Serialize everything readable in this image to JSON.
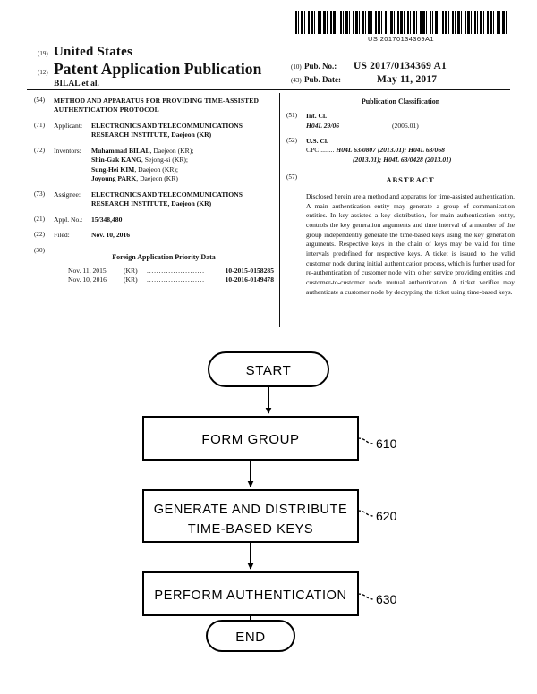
{
  "barcode": {
    "number": "US 20170134369A1"
  },
  "masthead": {
    "country_code": "(19)",
    "country": "United States",
    "pub_type_code": "(12)",
    "pub_type": "Patent Application Publication",
    "authors": "BILAL et al."
  },
  "publication": {
    "pub_no_code": "(10)",
    "pub_no_label": "Pub. No.:",
    "pub_no_value": "US 2017/0134369 A1",
    "pub_date_code": "(43)",
    "pub_date_label": "Pub. Date:",
    "pub_date_value": "May 11, 2017"
  },
  "biblio": {
    "title_code": "(54)",
    "title": "METHOD AND APPARATUS FOR PROVIDING TIME-ASSISTED AUTHENTICATION PROTOCOL",
    "applicant_code": "(71)",
    "applicant_label": "Applicant:",
    "applicant": "ELECTRONICS AND TELECOMMUNICATIONS RESEARCH INSTITUTE, Daejeon (KR)",
    "inventors_code": "(72)",
    "inventors_label": "Inventors:",
    "inventors": [
      {
        "name": "Muhammad BILAL",
        "city": ", Daejeon (KR);"
      },
      {
        "name": "Shin-Gak KANG",
        "city": ", Sejong-si (KR);"
      },
      {
        "name": "Sung-Hei KIM",
        "city": ", Daejeon (KR);"
      },
      {
        "name": "Joyoung PARK",
        "city": ", Daejeon (KR)"
      }
    ],
    "assignee_code": "(73)",
    "assignee_label": "Assignee:",
    "assignee": "ELECTRONICS AND TELECOMMUNICATIONS RESEARCH INSTITUTE, Daejeon (KR)",
    "appl_no_code": "(21)",
    "appl_no_label": "Appl. No.:",
    "appl_no_value": "15/348,480",
    "filed_code": "(22)",
    "filed_label": "Filed:",
    "filed_value": "Nov. 10, 2016",
    "priority_code": "(30)",
    "priority_head": "Foreign Application Priority Data",
    "priority_rows": [
      {
        "date": "Nov. 11, 2015",
        "country": "(KR)",
        "dots": "........................",
        "number": "10-2015-0158285"
      },
      {
        "date": "Nov. 10, 2016",
        "country": "(KR)",
        "dots": "........................",
        "number": "10-2016-0149478"
      }
    ]
  },
  "classification": {
    "heading": "Publication Classification",
    "int_cl_code": "(51)",
    "int_cl_label": "Int. Cl.",
    "int_cl_symbol": "H04L 29/06",
    "int_cl_version": "(2006.01)",
    "us_cl_code": "(52)",
    "us_cl_label": "U.S. Cl.",
    "cpc_lead": "CPC ........",
    "cpc_line1": "H04L 63/0807 (2013.01); H04L 63/068",
    "cpc_line2": "(2013.01); H04L 63/0428 (2013.01)"
  },
  "abstract": {
    "code": "(57)",
    "heading": "ABSTRACT",
    "text": "Disclosed herein are a method and apparatus for time-assisted authentication. A main authentication entity may generate a group of communication entities. In key-assisted a key distribution, for main authentication entity, controls the key generation arguments and time interval of a member of the group independently generate the time-based keys using the key generation arguments. Respective keys in the chain of keys may be valid for time intervals predefined for respective keys. A ticket is issued to the valid customer node during initial authentication process, which is further used for re-authentication of customer node with other service providing entities and customer-to-customer node mutual authentication. A ticket verifier may authenticate a customer node by decrypting the ticket using time-based keys."
  },
  "flowchart": {
    "nodes": [
      {
        "id": "start",
        "label": "START",
        "shape": "terminator",
        "ref": ""
      },
      {
        "id": "step-610",
        "label": "FORM GROUP",
        "shape": "process",
        "ref": "610"
      },
      {
        "id": "step-620",
        "label_line1": "GENERATE AND DISTRIBUTE",
        "label_line2": "TIME-BASED KEYS",
        "shape": "process",
        "ref": "620"
      },
      {
        "id": "step-630",
        "label": "PERFORM AUTHENTICATION",
        "shape": "process",
        "ref": "630"
      },
      {
        "id": "end",
        "label": "END",
        "shape": "terminator",
        "ref": ""
      }
    ],
    "ref_prefix": "~"
  }
}
